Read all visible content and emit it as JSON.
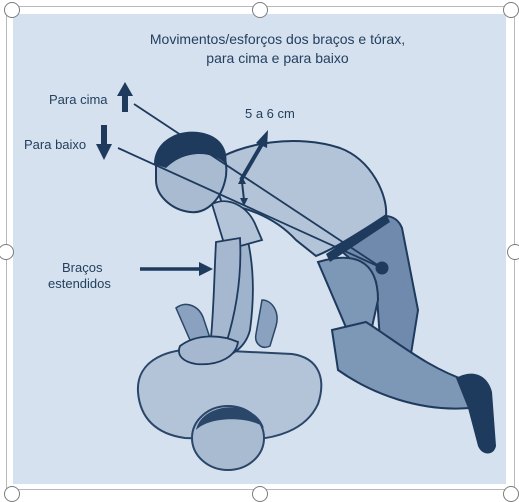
{
  "title": {
    "line1": "Movimentos/esforços dos braços e tórax,",
    "line2": "para cima e para baixo"
  },
  "labels": {
    "up": "Para cima",
    "down": "Para baixo",
    "depth": "5 a 6 cm",
    "arms_line1": "Braços",
    "arms_line2": "estendidos"
  },
  "colors": {
    "ink": "#1e3a5c",
    "background": "#d5e1ee",
    "body_mid": "#7d97b7",
    "body_light": "#b3c4d9"
  },
  "icons": {
    "up_arrow": "arrow-up-icon",
    "down_arrow": "arrow-down-icon"
  }
}
